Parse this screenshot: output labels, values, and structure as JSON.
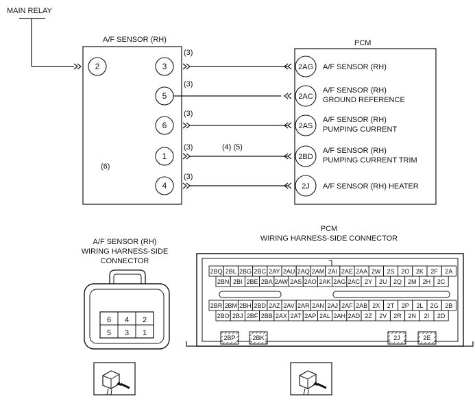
{
  "main_relay": "MAIN RELAY",
  "sensor": {
    "title": "A/F SENSOR (RH)",
    "supply_pin": "2",
    "pins": [
      {
        "pin": "3",
        "note": "(3)"
      },
      {
        "pin": "5",
        "note": "(3)"
      },
      {
        "pin": "6",
        "note": "(3)"
      },
      {
        "pin": "1",
        "note": "(3)"
      },
      {
        "pin": "4",
        "note": "(3)"
      }
    ],
    "side_note": "(6)",
    "wire_note": "(4) (5)"
  },
  "pcm": {
    "title": "PCM",
    "terminals": [
      {
        "term": "2AG",
        "line1": "A/F SENSOR (RH)",
        "line2": ""
      },
      {
        "term": "2AC",
        "line1": "A/F SENSOR (RH)",
        "line2": "GROUND REFERENCE"
      },
      {
        "term": "2AS",
        "line1": "A/F SENSOR (RH)",
        "line2": "PUMPING CURRENT"
      },
      {
        "term": "2BD",
        "line1": "A/F SENSOR (RH)",
        "line2": "PUMPING CURRENT TRIM"
      },
      {
        "term": "2J",
        "line1": "A/F SENSOR (RH) HEATER",
        "line2": ""
      }
    ]
  },
  "sensor_connector": {
    "title_lines": [
      "A/F SENSOR (RH)",
      "WIRING HARNESS-SIDE",
      "CONNECTOR"
    ],
    "row1": [
      "6",
      "4",
      "2"
    ],
    "row2": [
      "5",
      "3",
      "1"
    ]
  },
  "pcm_connector": {
    "title_lines": [
      "PCM",
      "WIRING HARNESS-SIDE CONNECTOR"
    ],
    "upper_rows": [
      [
        "2BQ",
        "2BL",
        "2BG",
        "2BC",
        "2AY",
        "2AU",
        "2AQ",
        "2AM",
        "2AI",
        "2AE",
        "2AA",
        "2W",
        "2S",
        "2O",
        "2K",
        "2F",
        "2A"
      ],
      [
        "2BN",
        "2BI",
        "2BE",
        "2BA",
        "2AW",
        "2AS",
        "2AO",
        "2AK",
        "2AG",
        "2AC",
        "2Y",
        "2U",
        "2Q",
        "2M",
        "2H",
        "2C"
      ]
    ],
    "lower_rows": [
      [
        "2BR",
        "2BM",
        "2BH",
        "2BD",
        "2AZ",
        "2AV",
        "2AR",
        "2AN",
        "2AJ",
        "2AF",
        "2AB",
        "2X",
        "2T",
        "2P",
        "2L",
        "2G",
        "2B"
      ],
      [
        "2BO",
        "2BJ",
        "2BF",
        "2BB",
        "2AX",
        "2AT",
        "2AP",
        "2AL",
        "2AH",
        "2AD",
        "2Z",
        "2V",
        "2R",
        "2N",
        "2I",
        "2D"
      ]
    ],
    "special": [
      "2BP",
      "2BK",
      "2J",
      "2E"
    ]
  }
}
